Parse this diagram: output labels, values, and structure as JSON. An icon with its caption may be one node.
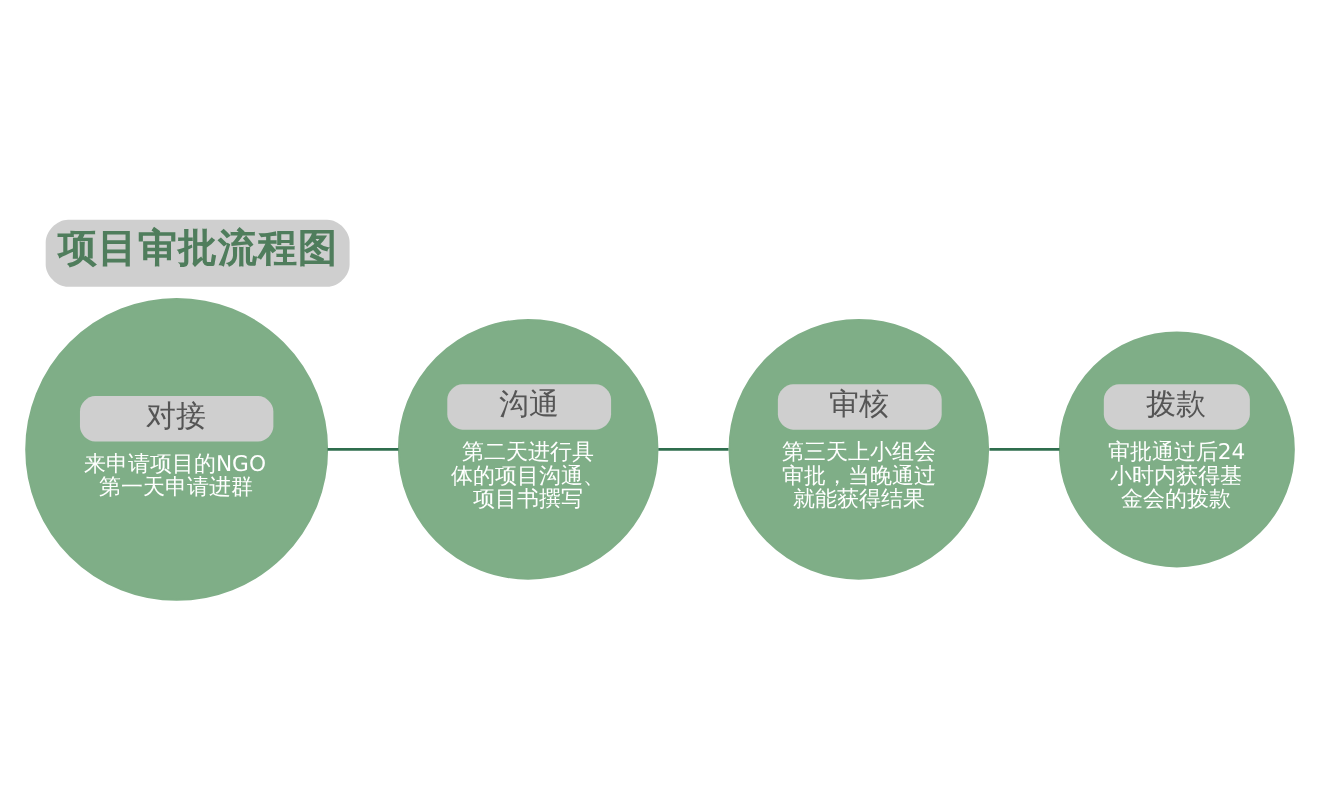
{
  "diagram": {
    "title": "项目审批流程图",
    "nodes": [
      {
        "text": [
          "对接",
          "来申请项目的NGO第一天申请进群"
        ]
      },
      {
        "text": [
          "沟通",
          "第二天进行具体的项目沟通、项目书撰写"
        ]
      },
      {
        "text": [
          "审核",
          "第三天上小组会审批，当晚通过就能获得结果"
        ]
      },
      {
        "text": [
          "拨款",
          "审批通过后24小时内获得基金会的拨款"
        ]
      }
    ],
    "edges": [
      {
        "from": 0,
        "to": 1,
        "arrow": "none"
      },
      {
        "from": 1,
        "to": 2,
        "arrow": "none"
      },
      {
        "from": 2,
        "to": 3,
        "arrow": "none"
      }
    ]
  }
}
